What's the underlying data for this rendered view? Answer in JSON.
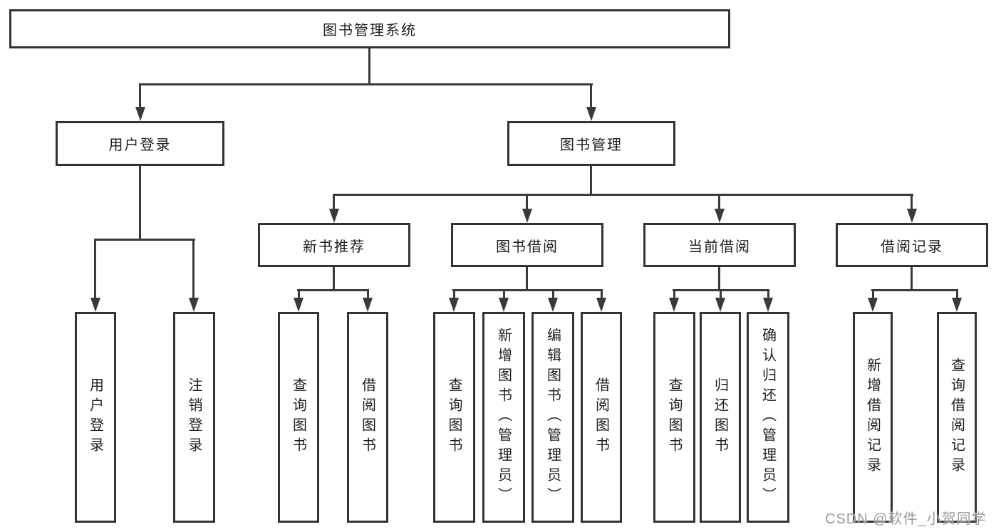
{
  "diagram": {
    "root": {
      "label": "图书管理系统"
    },
    "level2": [
      {
        "label": "用户登录"
      },
      {
        "label": "图书管理"
      }
    ],
    "level3": [
      {
        "label": "新书推荐"
      },
      {
        "label": "图书借阅"
      },
      {
        "label": "当前借阅"
      },
      {
        "label": "借阅记录"
      }
    ],
    "leaves": [
      {
        "label": "用户登录"
      },
      {
        "label": "注销登录"
      },
      {
        "label": "查询图书"
      },
      {
        "label": "借阅图书"
      },
      {
        "label": "查询图书"
      },
      {
        "label": "新增图书（管理员）"
      },
      {
        "label": "编辑图书（管理员）"
      },
      {
        "label": "借阅图书"
      },
      {
        "label": "查询图书"
      },
      {
        "label": "归还图书"
      },
      {
        "label": "确认归还（管理员）"
      },
      {
        "label": "新增借阅记录"
      },
      {
        "label": "查询借阅记录"
      }
    ]
  },
  "watermark": {
    "text": "CSDN @软件_小贺同学",
    "color": "#9b9b9b"
  },
  "colors": {
    "line": "#3a3a3a",
    "border": "#333333",
    "background": "#ffffff",
    "text": "#1f1f1f"
  }
}
